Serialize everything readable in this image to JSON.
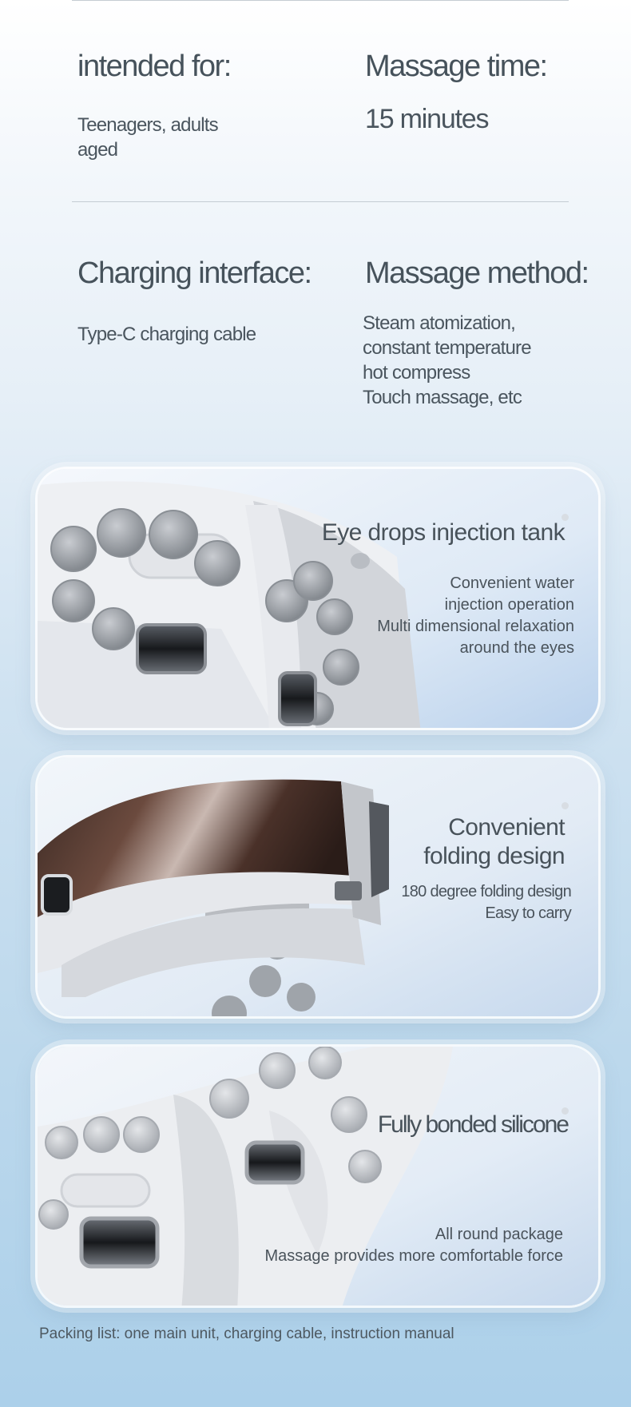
{
  "specs": {
    "intended_for": {
      "title": "intended for:",
      "value": "Teenagers, adults\naged"
    },
    "massage_time": {
      "title": "Massage time:",
      "value": "15 minutes"
    },
    "charging_interface": {
      "title": "Charging interface:",
      "value": "Type-C charging cable"
    },
    "massage_method": {
      "title": "Massage method:",
      "value": "Steam atomization,\nconstant temperature\nhot compress\nTouch massage, etc"
    }
  },
  "panels": [
    {
      "title": "Eye drops injection tank",
      "desc": "Convenient water\ninjection operation\nMulti dimensional relaxation\naround the eyes"
    },
    {
      "title": "Convenient\nfolding design",
      "desc": "180 degree folding design\nEasy to carry"
    },
    {
      "title": "Fully bonded silicone",
      "desc": "All round package\nMassage provides more comfortable force"
    }
  ],
  "footer": {
    "packing_list": "Packing list: one main unit, charging cable, instruction manual"
  }
}
